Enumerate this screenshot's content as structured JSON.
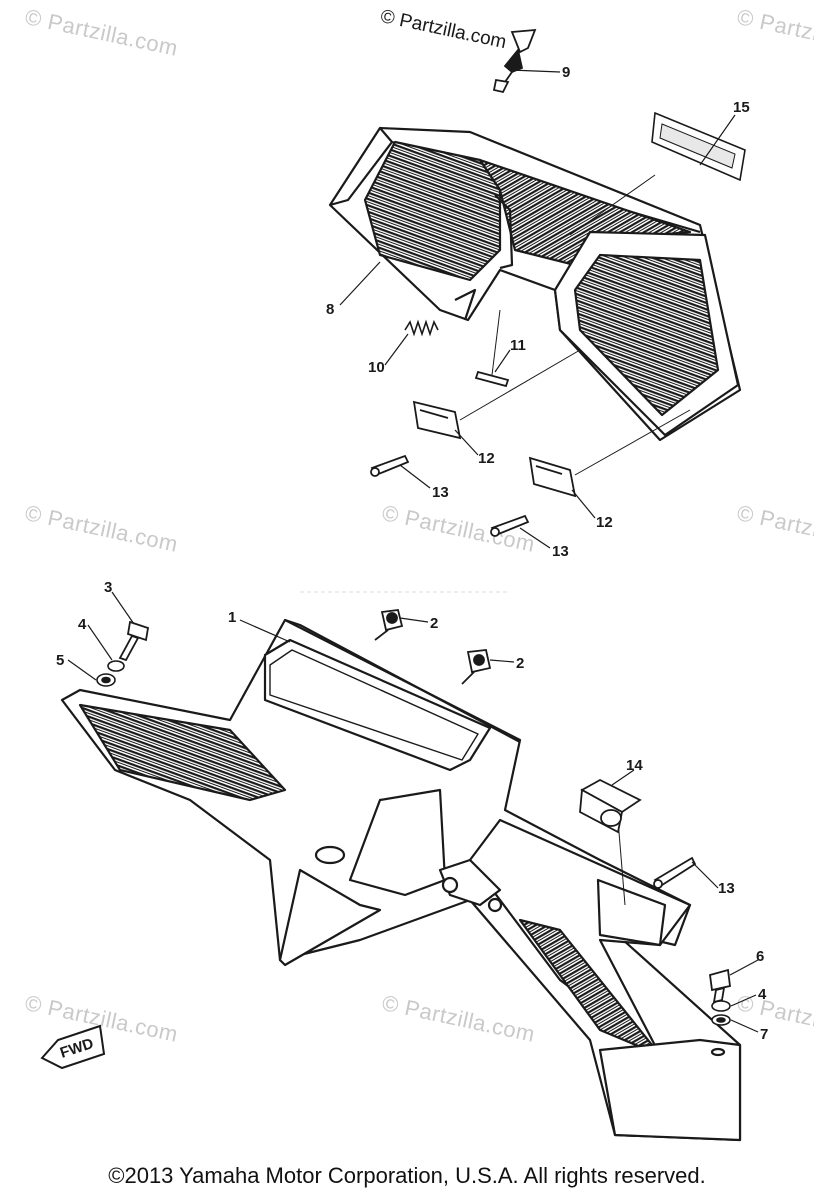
{
  "watermark_text": "© Partzilla.com",
  "top_credit": "© Partzilla.com",
  "fwd_label": "FWD",
  "copyright": "©2013  Yamaha Motor Corporation, U.S.A. All rights reserved.",
  "callouts": {
    "c9": "9",
    "c15": "15",
    "c8": "8",
    "c10": "10",
    "c11": "11",
    "c12a": "12",
    "c12b": "12",
    "c13a": "13",
    "c13b": "13",
    "c13c": "13",
    "c1": "1",
    "c2a": "2",
    "c2b": "2",
    "c3": "3",
    "c4a": "4",
    "c4b": "4",
    "c5": "5",
    "c14": "14",
    "c6": "6",
    "c7": "7"
  },
  "colors": {
    "ink": "#1a1a1a",
    "watermark": "#c9c9c9",
    "background": "#ffffff"
  }
}
